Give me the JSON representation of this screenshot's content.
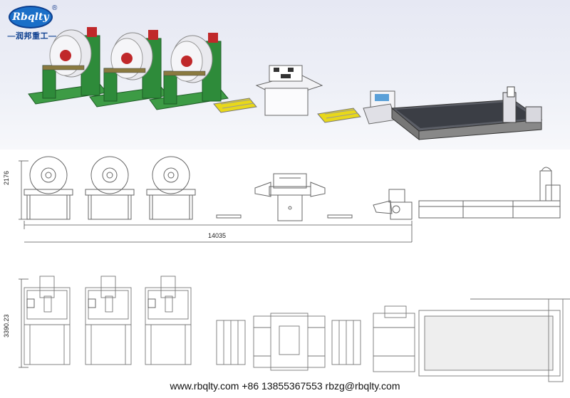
{
  "logo": {
    "brand": "Rbqlty",
    "registered": "®",
    "chinese_name": "—润邦重工—"
  },
  "dimensions": {
    "total_length": "14035",
    "front_height": "2176",
    "top_depth": "3390.23"
  },
  "footer": {
    "contact": "www.rbqlty.com  +86 13855367553  rbzg@rbqlty.com"
  },
  "colors": {
    "machine_green": "#2e8b3a",
    "coil_white": "#e9e9ee",
    "accent_red": "#c0282a",
    "conveyor_yellow": "#e8d81a",
    "line_gray": "#555555"
  }
}
